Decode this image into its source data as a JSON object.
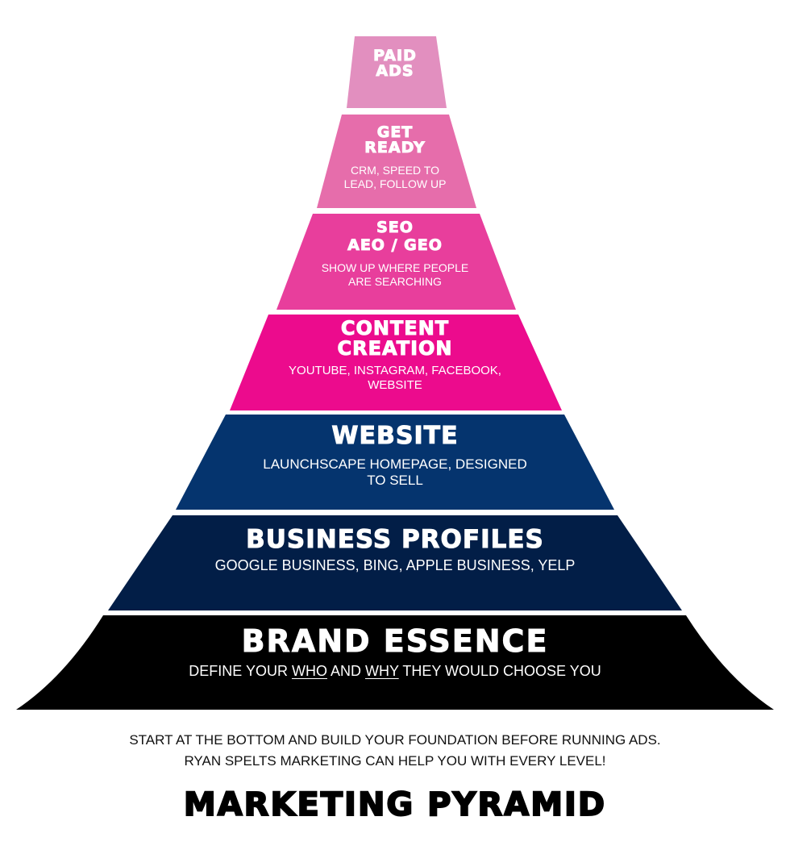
{
  "colors": {
    "tier1": "#E28FBF",
    "tier2": "#E66DAB",
    "tier3": "#E83E9C",
    "tier4": "#EC0B8D",
    "tier5": "#05346E",
    "tier6": "#021E47",
    "tier7": "#000000"
  },
  "tiers": [
    {
      "level": 7,
      "title_line1": "PAID",
      "title_line2": "ADS"
    },
    {
      "level": 6,
      "title_line1": "GET",
      "title_line2": "READY",
      "sub_line1": "CRM, SPEED TO",
      "sub_line2": "LEAD, FOLLOW UP"
    },
    {
      "level": 5,
      "title_line1": "SEO",
      "title_line2": "AEO / GEO",
      "sub_line1": "SHOW UP WHERE PEOPLE",
      "sub_line2": "ARE SEARCHING"
    },
    {
      "level": 4,
      "title_line1": "CONTENT",
      "title_line2": "CREATION",
      "sub_line1": "YOUTUBE, INSTAGRAM, FACEBOOK,",
      "sub_line2": "WEBSITE"
    },
    {
      "level": 3,
      "title_line1": "WEBSITE",
      "sub_line1": "LAUNCHSCAPE HOMEPAGE, DESIGNED",
      "sub_line2": "TO SELL"
    },
    {
      "level": 2,
      "title_line1": "BUSINESS PROFILES",
      "sub_line1": "GOOGLE BUSINESS, BING, APPLE BUSINESS, YELP"
    },
    {
      "level": 1,
      "title_line1": "BRAND ESSENCE",
      "sub_parts": [
        "DEFINE YOUR ",
        "WHO",
        " AND ",
        "WHY",
        " THEY WOULD CHOOSE YOU"
      ]
    }
  ],
  "footer": {
    "note_line1": "START AT THE BOTTOM AND BUILD YOUR FOUNDATION BEFORE RUNNING ADS.",
    "note_line2": "RYAN SPELTS MARKETING CAN HELP YOU WITH EVERY LEVEL!",
    "title": "MARKETING PYRAMID"
  }
}
